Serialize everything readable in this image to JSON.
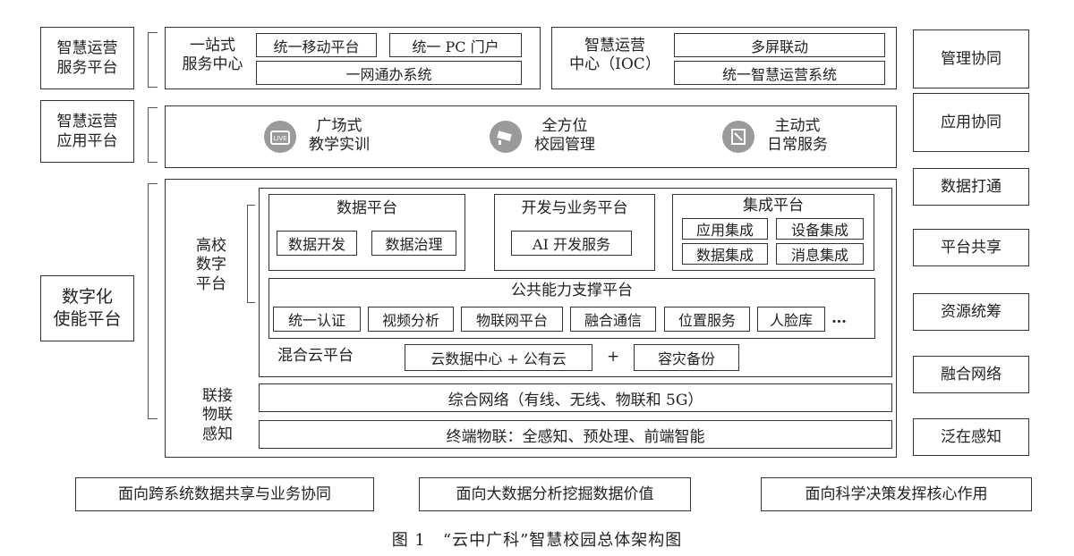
{
  "left": {
    "service": "智慧运营\n服务平台",
    "application": "智慧运营\n应用平台",
    "digital": "数字化\n使能平台"
  },
  "top": {
    "one_stop": "一站式\n服务中心",
    "mobile": "统一移动平台",
    "pc": "统一 PC 门户",
    "online": "一网通办系统",
    "ioc": "智慧运营\n中心（IOC）",
    "multiscreen": "多屏联动",
    "ops": "统一智慧运营系统"
  },
  "app": {
    "a1": "广场式\n教学实训",
    "a2": "全方位\n校园管理",
    "a3": "主动式\n日常服务"
  },
  "digital": {
    "campus_label": "高校\n数字\n平台",
    "data_platform": {
      "title": "数据平台",
      "items": [
        "数据开发",
        "数据治理"
      ]
    },
    "dev_platform": {
      "title": "开发与业务平台",
      "items": [
        "AI 开发服务"
      ]
    },
    "integration": {
      "title": "集成平台",
      "items": [
        "应用集成",
        "设备集成",
        "数据集成",
        "消息集成"
      ]
    },
    "public": {
      "title": "公共能力支撑平台",
      "items": [
        "统一认证",
        "视频分析",
        "物联网平台",
        "融合通信",
        "位置服务",
        "人脸库",
        "…"
      ]
    },
    "hybrid": {
      "label": "混合云平台",
      "cloud": "云数据中心 + 公有云",
      "plus": "+",
      "backup": "容灾备份"
    },
    "iot_label": "联接\n物联\n感知",
    "network": "综合网络（有线、无线、物联和 5G）",
    "terminal": "终端物联：全感知、预处理、前端智能"
  },
  "right": [
    "管理协同",
    "应用协同",
    "数据打通",
    "平台共享",
    "资源统筹",
    "融合网络",
    "泛在感知"
  ],
  "bottom": [
    "面向跨系统数据共享与业务协同",
    "面向大数据分析挖掘数据价值",
    "面向科学决策发挥核心作用"
  ],
  "caption": "图 1　“云中广科”智慧校园总体架构图",
  "icons": [
    "live-tv-icon",
    "cctv-camera-icon",
    "building-service-icon"
  ]
}
